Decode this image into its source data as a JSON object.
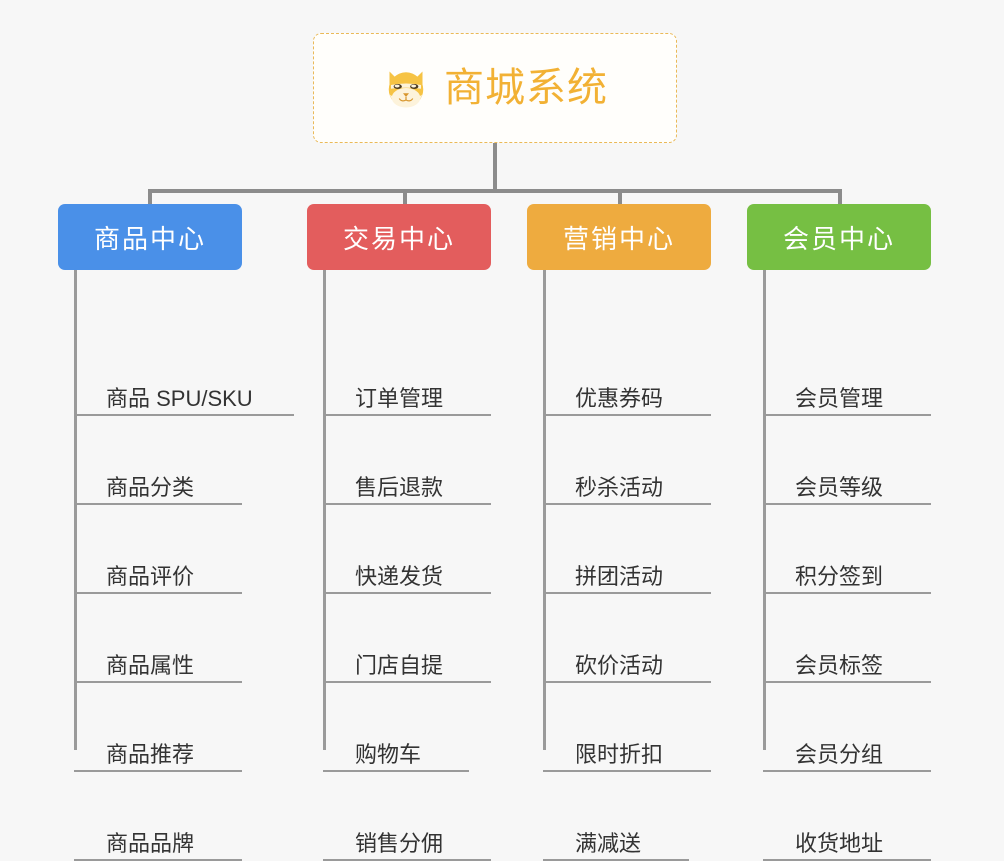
{
  "page": {
    "background_color": "#f7f7f7",
    "connector_color": "#8c8c8c",
    "leaf_line_color": "#9a9a9a",
    "leaf_text_color": "#333333"
  },
  "root": {
    "title": "商城系统",
    "icon": "shiba-dog-face-emoji",
    "text_color": "#f2b134",
    "border_color": "#eab957",
    "background_color": "#fffefb"
  },
  "categories": [
    {
      "label": "商品中心",
      "color": "#4a90e8",
      "items": [
        "商品 SPU/SKU",
        "商品分类",
        "商品评价",
        "商品属性",
        "商品推荐",
        "商品品牌"
      ]
    },
    {
      "label": "交易中心",
      "color": "#e35d5d",
      "items": [
        "订单管理",
        "售后退款",
        "快递发货",
        "门店自提",
        "购物车",
        "销售分佣"
      ]
    },
    {
      "label": "营销中心",
      "color": "#eeab3f",
      "items": [
        "优惠券码",
        "秒杀活动",
        "拼团活动",
        "砍价活动",
        "限时折扣",
        "满减送"
      ]
    },
    {
      "label": "会员中心",
      "color": "#76bf43",
      "items": [
        "会员管理",
        "会员等级",
        "积分签到",
        "会员标签",
        "会员分组",
        "收货地址"
      ]
    }
  ]
}
